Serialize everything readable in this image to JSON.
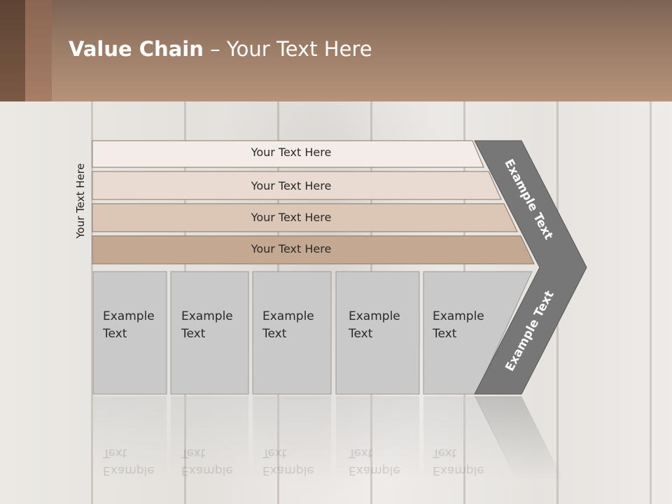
{
  "slide": {
    "title_bold": "Value Chain",
    "title_rest": " – Your Text Here",
    "side_label": "Your Text Here"
  },
  "bars": [
    {
      "label": "Your Text Here"
    },
    {
      "label": "Your Text Here"
    },
    {
      "label": "Your Text Here"
    },
    {
      "label": "Your Text Here"
    }
  ],
  "cards": [
    {
      "line1": "Example",
      "line2": "Text"
    },
    {
      "line1": "Example",
      "line2": "Text"
    },
    {
      "line1": "Example",
      "line2": "Text"
    },
    {
      "line1": "Example",
      "line2": "Text"
    },
    {
      "line1": "Example",
      "line2": "Text"
    }
  ],
  "chevron": {
    "upper_label": "Example Text",
    "lower_label": "Example Text"
  },
  "colors": {
    "header": "#9b7c67",
    "bar1": "#f3ece8",
    "bar2": "#eadbd2",
    "bar3": "#dcc6b6",
    "bar4": "#c4a891",
    "card": "#c9c9c9",
    "chevron": "#777777"
  }
}
